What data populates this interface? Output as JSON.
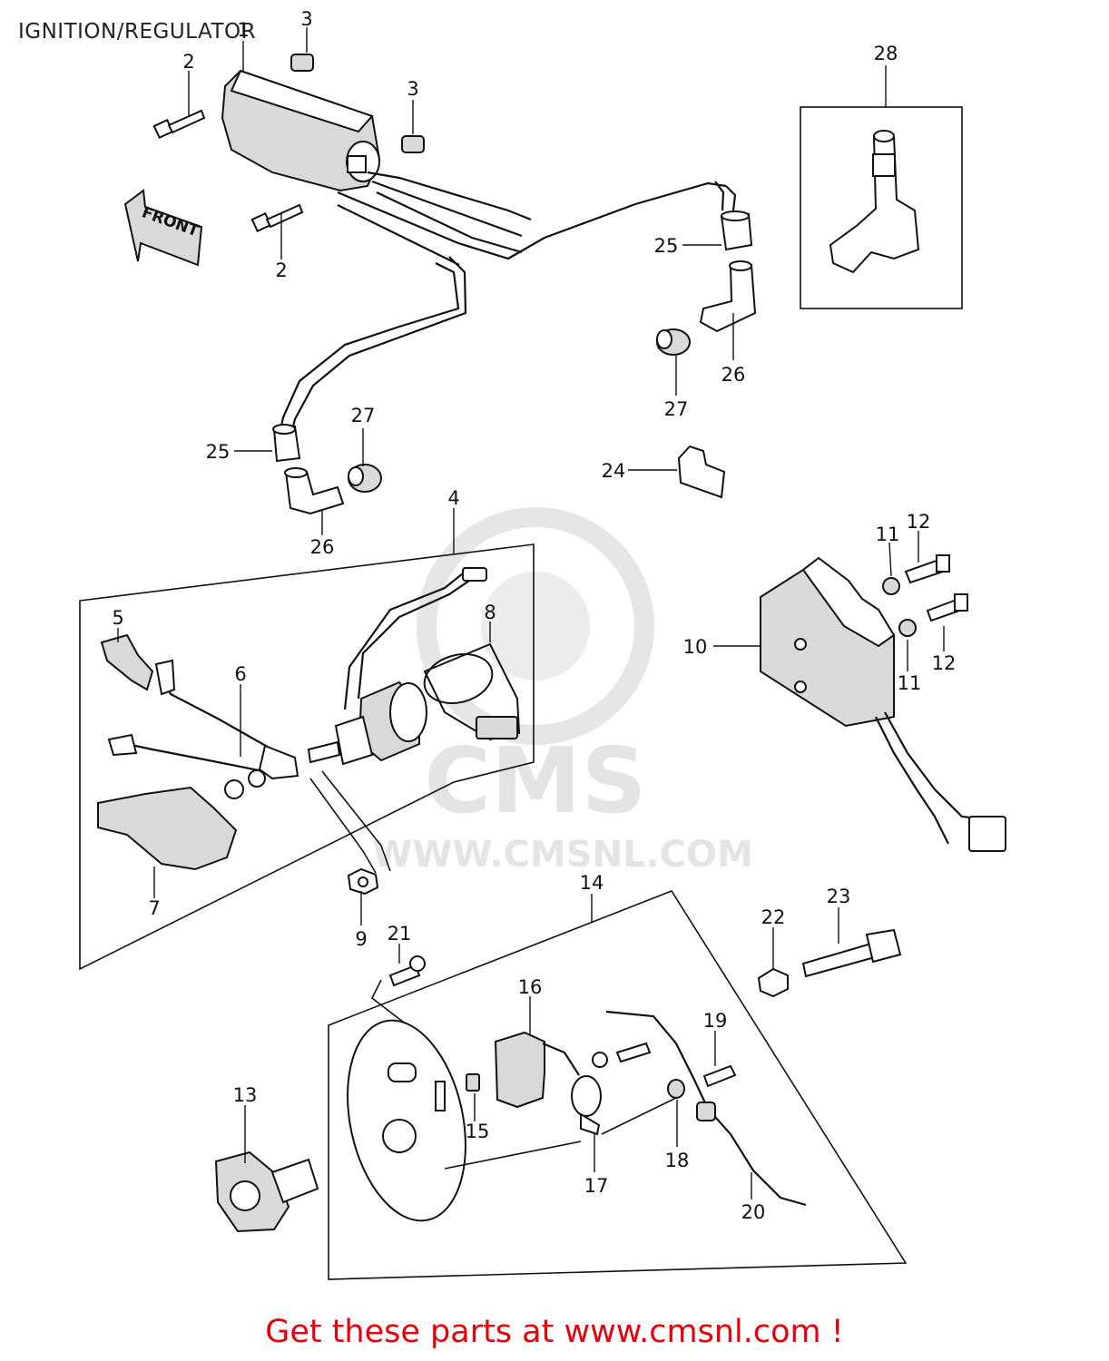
{
  "title": "IGNITION/REGULATOR",
  "footer": {
    "text": "Get these parts at www.cmsnl.com !",
    "color": "#e8000b"
  },
  "watermark": {
    "brand": "CMS",
    "url": "WWW.CMSNL.COM",
    "color": "#e4e4e4"
  },
  "front_arrow": {
    "label": "FRONT"
  },
  "callouts": {
    "c1": "1",
    "c2a": "2",
    "c2b": "2",
    "c3a": "3",
    "c3b": "3",
    "c4": "4",
    "c5": "5",
    "c6": "6",
    "c7": "7",
    "c8": "8",
    "c9": "9",
    "c10": "10",
    "c11a": "11",
    "c11b": "11",
    "c12a": "12",
    "c12b": "12",
    "c13": "13",
    "c14": "14",
    "c15": "15",
    "c16": "16",
    "c17": "17",
    "c18": "18",
    "c19": "19",
    "c20": "20",
    "c21": "21",
    "c22": "22",
    "c23": "23",
    "c24": "24",
    "c25a": "25",
    "c25b": "25",
    "c26a": "26",
    "c26b": "26",
    "c27a": "27",
    "c27b": "27",
    "c28": "28"
  }
}
